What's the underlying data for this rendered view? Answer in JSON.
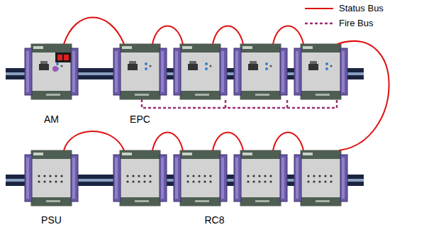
{
  "diagram": {
    "nodes": [
      {
        "text": [
          "AM"
        ]
      },
      {
        "text": [
          "EPC"
        ]
      },
      {
        "text": [
          "PSU"
        ]
      },
      {
        "text": [
          "RC8"
        ]
      }
    ],
    "edges": [
      {
        "from": 0,
        "to": 1,
        "arrow": "none"
      }
    ],
    "legend": [
      {
        "text": "Status Bus"
      },
      {
        "text": "Fire Bus"
      }
    ]
  }
}
